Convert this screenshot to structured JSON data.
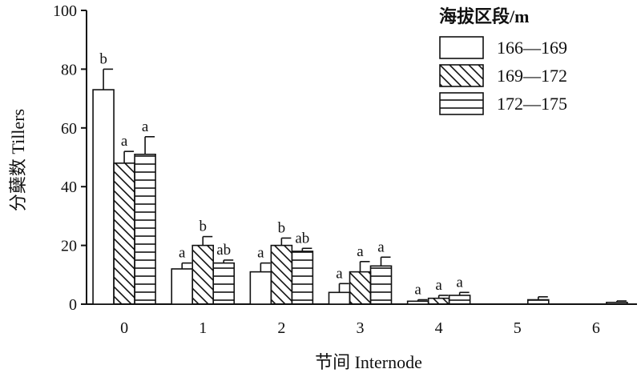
{
  "chart_data": {
    "type": "bar",
    "xlabel": "节间 Internode",
    "ylabel": "分蘖数 Tillers",
    "ylim": [
      0,
      100
    ],
    "yticks": [
      0,
      20,
      40,
      60,
      80,
      100
    ],
    "categories": [
      "0",
      "1",
      "2",
      "3",
      "4",
      "5",
      "6"
    ],
    "legend": {
      "title": "海拔区段/m",
      "placement": "top-right"
    },
    "series": [
      {
        "name": "166—169",
        "pattern": "empty",
        "values": [
          73,
          12,
          11,
          4,
          1,
          0,
          0
        ],
        "errors": [
          7,
          2,
          3,
          3,
          0.5,
          0,
          0
        ],
        "labels": [
          "b",
          "a",
          "a",
          "a",
          "a",
          "",
          ""
        ]
      },
      {
        "name": "169—172",
        "pattern": "diagonal",
        "values": [
          48,
          20,
          20,
          11,
          2,
          0,
          0
        ],
        "errors": [
          4,
          3,
          2.5,
          3.5,
          1,
          0,
          0
        ],
        "labels": [
          "a",
          "b",
          "b",
          "a",
          "a",
          "",
          ""
        ]
      },
      {
        "name": "172—175",
        "pattern": "horizontal",
        "values": [
          51,
          14,
          18,
          13,
          3,
          1.5,
          0.6
        ],
        "errors": [
          6,
          1,
          1,
          3,
          1,
          1,
          0.5
        ],
        "labels": [
          "a",
          "ab",
          "ab",
          "a",
          "a",
          "",
          ""
        ]
      }
    ],
    "grid": false
  }
}
